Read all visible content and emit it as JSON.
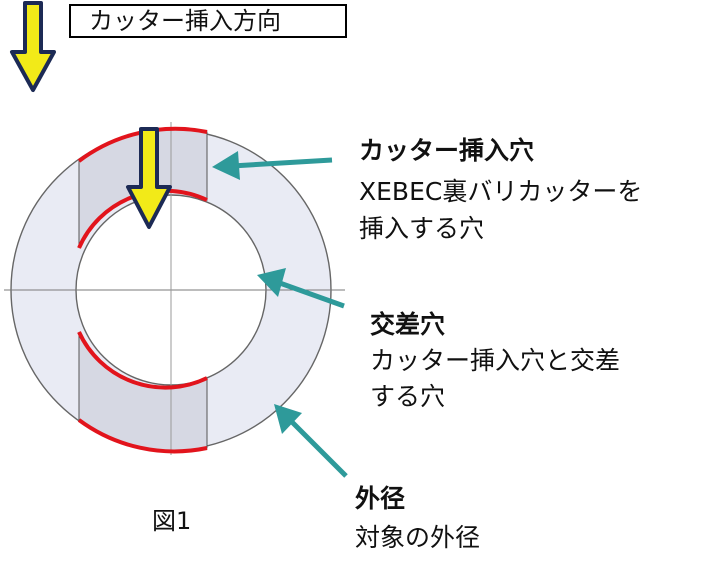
{
  "direction_label": "カッター挿入方向",
  "figure_label": "図1",
  "callouts": [
    {
      "title": "カッター挿入穴",
      "lines": [
        "XEBEC裏バリカッターを",
        "挿入する穴"
      ]
    },
    {
      "title": "交差穴",
      "lines": [
        "カッター挿入穴と交差",
        "する穴"
      ]
    },
    {
      "title": "外径",
      "lines": [
        "対象の外径"
      ]
    }
  ],
  "colors": {
    "arrow_fill": "#f2ea18",
    "arrow_outline": "#1c2a55",
    "callout_arrow": "#2e9a9a",
    "ring_fill": "#e9ebf4",
    "band_fill": "#d6d8e3",
    "edge_highlight": "#e2141c"
  }
}
